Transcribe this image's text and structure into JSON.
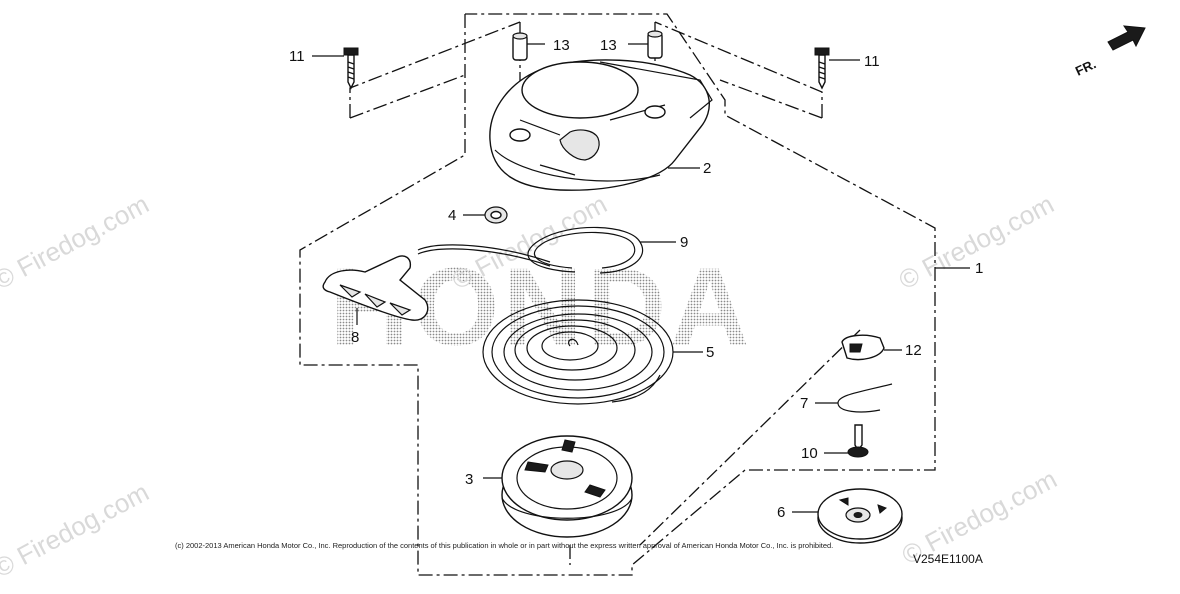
{
  "diagram": {
    "brand_watermark": "HONDA",
    "watermark_text": "© Firedog.com",
    "copyright": "(c) 2002-2013 American Honda Motor Co., Inc. Reproduction of the contents of this publication in whole or in part without the express written approval of American Honda Motor Co., Inc. is prohibited.",
    "reference_code": "V254E1100A",
    "front_label": "FR.",
    "callouts": {
      "c1": "1",
      "c2": "2",
      "c3": "3",
      "c4": "4",
      "c5": "5",
      "c6": "6",
      "c7": "7",
      "c8": "8",
      "c9": "9",
      "c10": "10",
      "c11_left": "11",
      "c11_right": "11",
      "c12": "12",
      "c13_left": "13",
      "c13_right": "13"
    }
  }
}
